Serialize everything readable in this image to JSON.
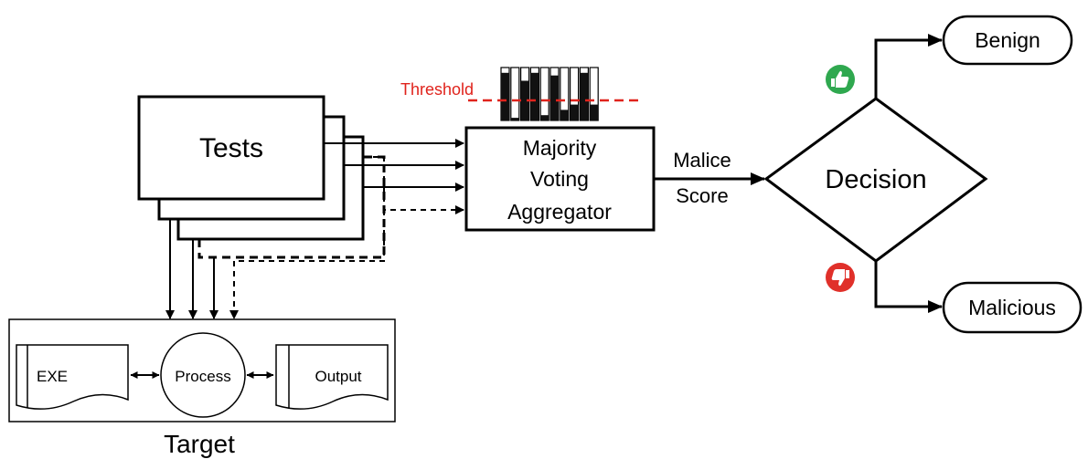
{
  "diagram": {
    "tests_label": "Tests",
    "aggregator_lines": [
      "Majority",
      "Voting",
      "Aggregator"
    ],
    "threshold_label": "Threshold",
    "malice_score_lines": [
      "Malice",
      "Score"
    ],
    "decision_label": "Decision",
    "benign_label": "Benign",
    "malicious_label": "Malicious",
    "target_label": "Target",
    "exe_label": "EXE",
    "process_label": "Process",
    "output_label": "Output",
    "vote_levels": [
      0.9,
      0.05,
      0.75,
      0.9,
      0.1,
      0.85,
      0.2,
      0.3,
      0.9,
      0.3
    ],
    "colors": {
      "threshold": "#e0231c",
      "thumbs_up": "#2fa84f",
      "thumbs_down": "#e0302a"
    },
    "icons": {
      "thumbs_up": "thumbs-up-icon",
      "thumbs_down": "thumbs-down-icon"
    }
  }
}
